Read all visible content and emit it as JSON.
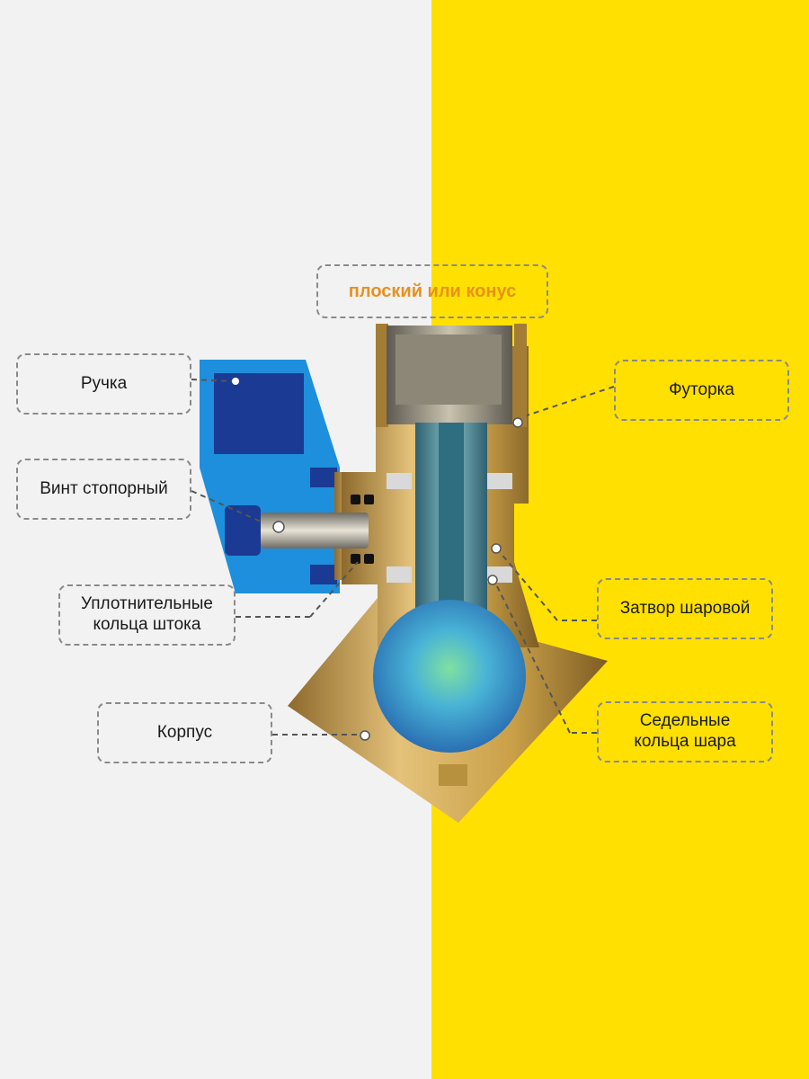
{
  "colors": {
    "bg_left": "#f2f2f2",
    "bg_right": "#ffe000",
    "accent_label": "#e8901e",
    "handle": "#1e8fdc",
    "handle_dark": "#1b3a93",
    "brass": "#caa048",
    "ball": "#3fa3d6",
    "stem": "#4f8da0",
    "callout_border": "#8a8a8a"
  },
  "labels": {
    "top": "плоский или конус",
    "handle": "Ручка",
    "lock_screw": "Винт стопорный",
    "stem_seals_1": "Уплотнительные",
    "stem_seals_2": "кольца штока",
    "body": "Корпус",
    "fitting": "Футорка",
    "ball_gate": "Затвор шаровой",
    "seat_rings_1": "Седельные",
    "seat_rings_2": "кольца шара"
  }
}
